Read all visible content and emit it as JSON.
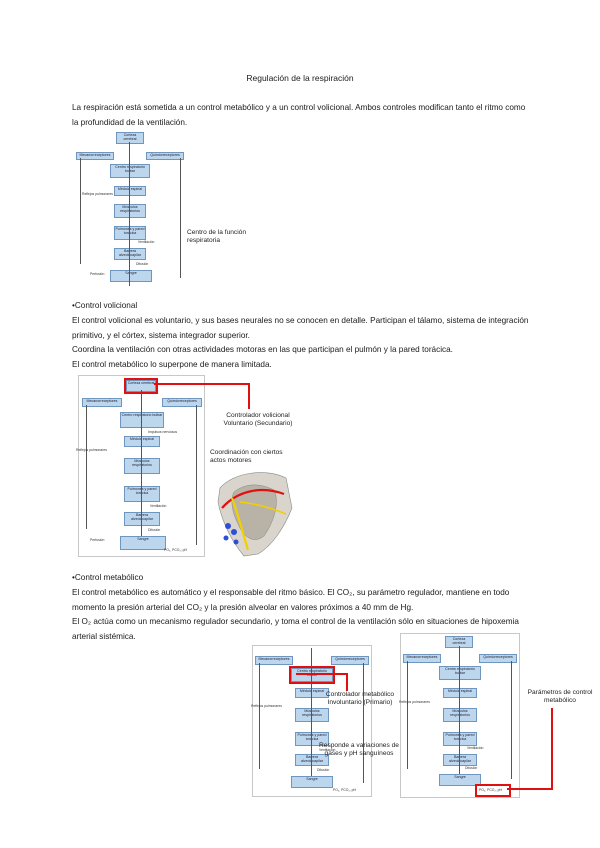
{
  "title": "Regulación de la respiración",
  "intro": "La respiración está sometida a un control metabólico y a un control volicional. Ambos controles modifican tanto el ritmo como la profundidad de la ventilación.",
  "fig1_caption": "Centro de la función respiratoria",
  "section_volicional": {
    "heading": "•Control volicional",
    "p1": "El control volicional es voluntario, y sus bases neurales no se conocen en detalle. Participan el tálamo, sistema de integración primitivo, y el córtex, sistema integrador superior.",
    "p2": "Coordina la ventilación con otras actividades motoras en las que participan el pulmón y la pared torácica.",
    "p3": "El control metabólico lo superpone de manera limitada.",
    "note1": "Controlador volicional Voluntario (Secundario)",
    "note2": "Coordinación con ciertos actos motores"
  },
  "section_metabolico": {
    "heading": "•Control metabólico",
    "p1": "El control metabólico es automático y el responsable del ritmo básico. El CO₂, su parámetro regulador, mantiene en todo momento la presión arterial del CO₂ y la presión alveolar en valores próximos a 40 mm de Hg.",
    "p2": "El O₂ actúa como un mecanismo regulador secundario, y toma el control de la ventilación sólo en situaciones de hipoxemia arterial sistémica.",
    "note_a": "Controlador metabólico Involuntario (Primario)",
    "note_b": "Responde a variaciones de gases y pH sanguíneos",
    "note_c": "Parámetros de control metabólico"
  },
  "diagram": {
    "cortex": "Corteza cerebral",
    "mecano": "Mecanorreceptores",
    "quimio": "Quimiorreceptores",
    "centro": "Centro respiratorio bulbar",
    "impulsos": "Impulsos nerviosos",
    "medula": "Médula espinal",
    "musculos": "Músculos respiratorios",
    "pulmones": "Pulmones y pared torácica",
    "ventilacion": "Ventilación",
    "barrera": "Barrera alveolocapilar",
    "difusion": "Difusión",
    "sangre": "Sangre",
    "perfusion": "Perfusión",
    "reflejos": "Reflejos pulmonares",
    "gases": "PO₂, PCO₂, pH"
  }
}
